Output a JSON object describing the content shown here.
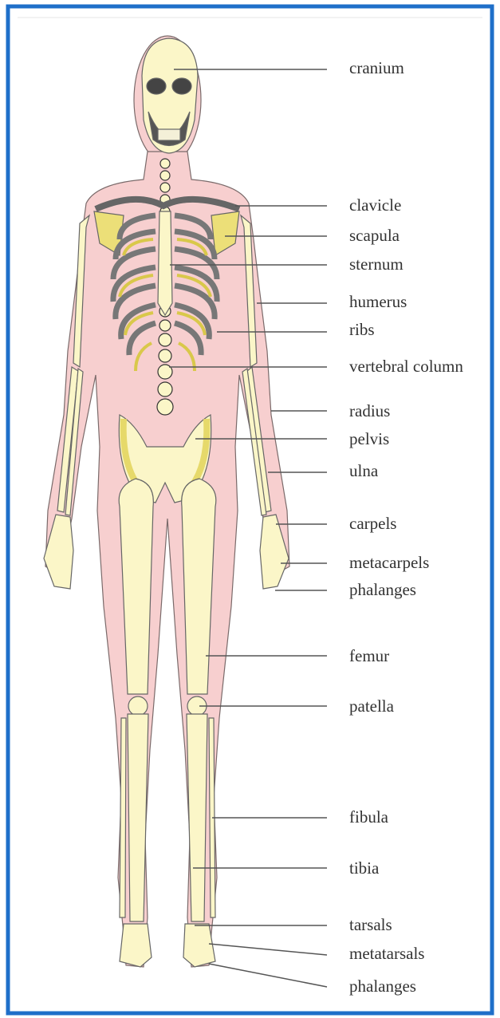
{
  "diagram": {
    "labels": {
      "cranium": "cranium",
      "clavicle": "clavicle",
      "scapula": "scapula",
      "sternum": "sternum",
      "humerus": "humerus",
      "ribs": "ribs",
      "vertebral_column": "vertebral column",
      "radius": "radius",
      "pelvis": "pelvis",
      "ulna": "ulna",
      "carpels": "carpels",
      "metacarpels": "metacarpels",
      "phalanges_hand": "phalanges",
      "femur": "femur",
      "patella": "patella",
      "fibula": "fibula",
      "tibia": "tibia",
      "tarsals": "tarsals",
      "metatarsals": "metatarsals",
      "phalanges_foot": "phalanges"
    }
  },
  "colors": {
    "frame": "#1f6fc9",
    "skin": "#f7cfcf",
    "bone": "#fbf6c8",
    "bone_accent": "#e6d96a",
    "outline": "#555555",
    "leader": "#555555"
  }
}
